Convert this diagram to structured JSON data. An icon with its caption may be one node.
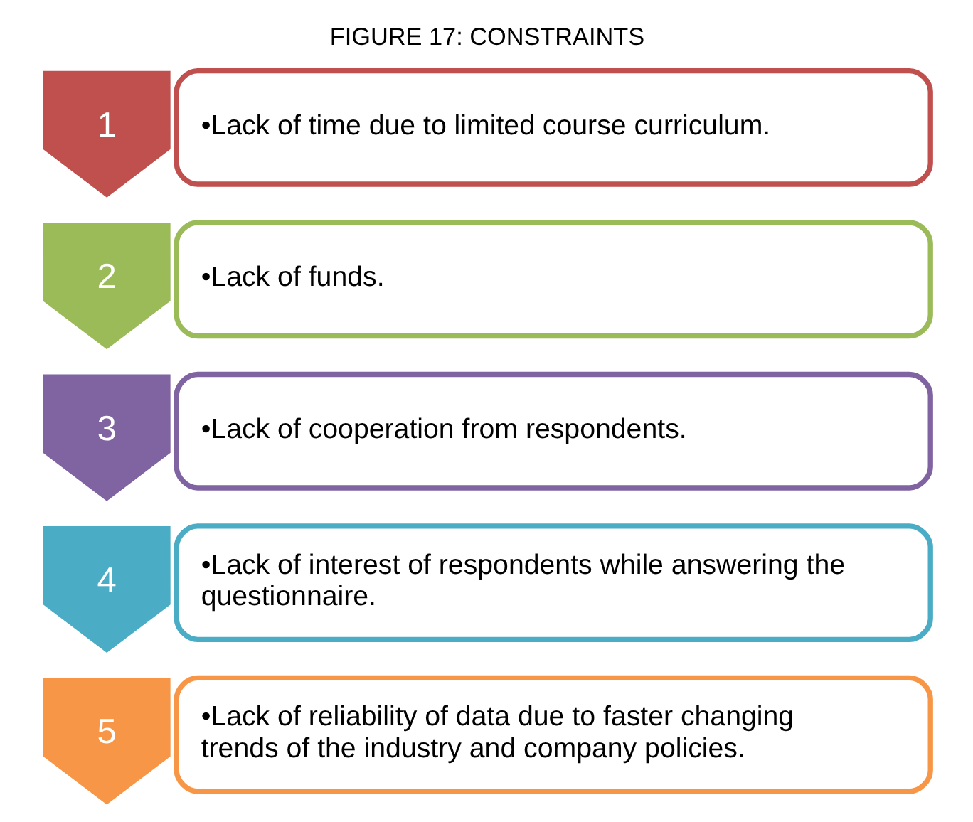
{
  "diagram": {
    "title": "FIGURE 17: CONSTRAINTS",
    "nodes": [
      {
        "text": [
          "1"
        ]
      },
      {
        "text": [
          "•Lack of time due to limited course curriculum."
        ]
      },
      {
        "text": [
          "2"
        ]
      },
      {
        "text": [
          "•Lack of funds."
        ]
      },
      {
        "text": [
          "3"
        ]
      },
      {
        "text": [
          "•Lack of cooperation from respondents."
        ]
      },
      {
        "text": [
          "4"
        ]
      },
      {
        "text": [
          "•Lack of interest of respondents while answering the questionnaire."
        ]
      },
      {
        "text": [
          "5"
        ]
      },
      {
        "text": [
          "•Lack of reliability of data due to faster changing trends of the industry and company policies."
        ]
      }
    ],
    "edges": []
  }
}
